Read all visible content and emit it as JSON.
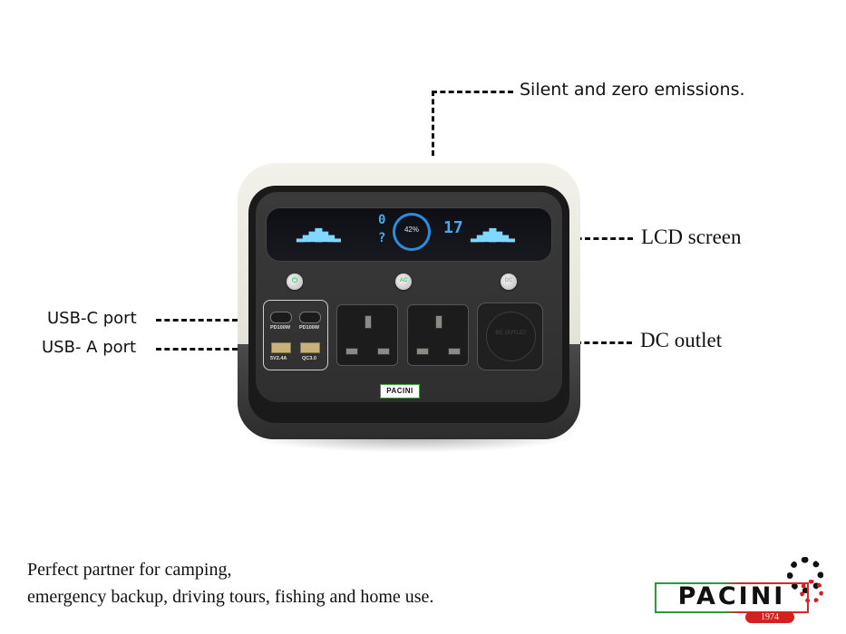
{
  "callouts": {
    "top": "Silent and zero emissions.",
    "lcd": "LCD screen",
    "dc": "DC outlet",
    "usb_c": "USB-C port",
    "usb_a": "USB- A port"
  },
  "device": {
    "lcd": {
      "battery_percent": "42%",
      "left_value": "0",
      "left_value2": "?",
      "right_value": "17",
      "bars_glyph": "▂▄▆█▆▄▂"
    },
    "buttons": [
      {
        "name": "power",
        "glyph": "⏻",
        "color": "#2fd36a"
      },
      {
        "name": "ac",
        "glyph": "AC",
        "color": "#2fd36a"
      },
      {
        "name": "dc",
        "glyph": "DC",
        "color": "#c8c8c8"
      }
    ],
    "usb_c_labels": [
      "PD100W",
      "PD100W"
    ],
    "usb_a_labels": [
      "5V2.4A",
      "QC3.0"
    ],
    "dc_cover_label": "DC OUTLET",
    "panel_logo": "PACINI"
  },
  "caption": {
    "line1": "Perfect partner for camping,",
    "line2": "emergency backup, driving tours, fishing and home use."
  },
  "brand": {
    "name": "PACINI",
    "year": "1974",
    "colors": {
      "green": "#2e9a3e",
      "red": "#d32020",
      "black": "#111111"
    }
  }
}
